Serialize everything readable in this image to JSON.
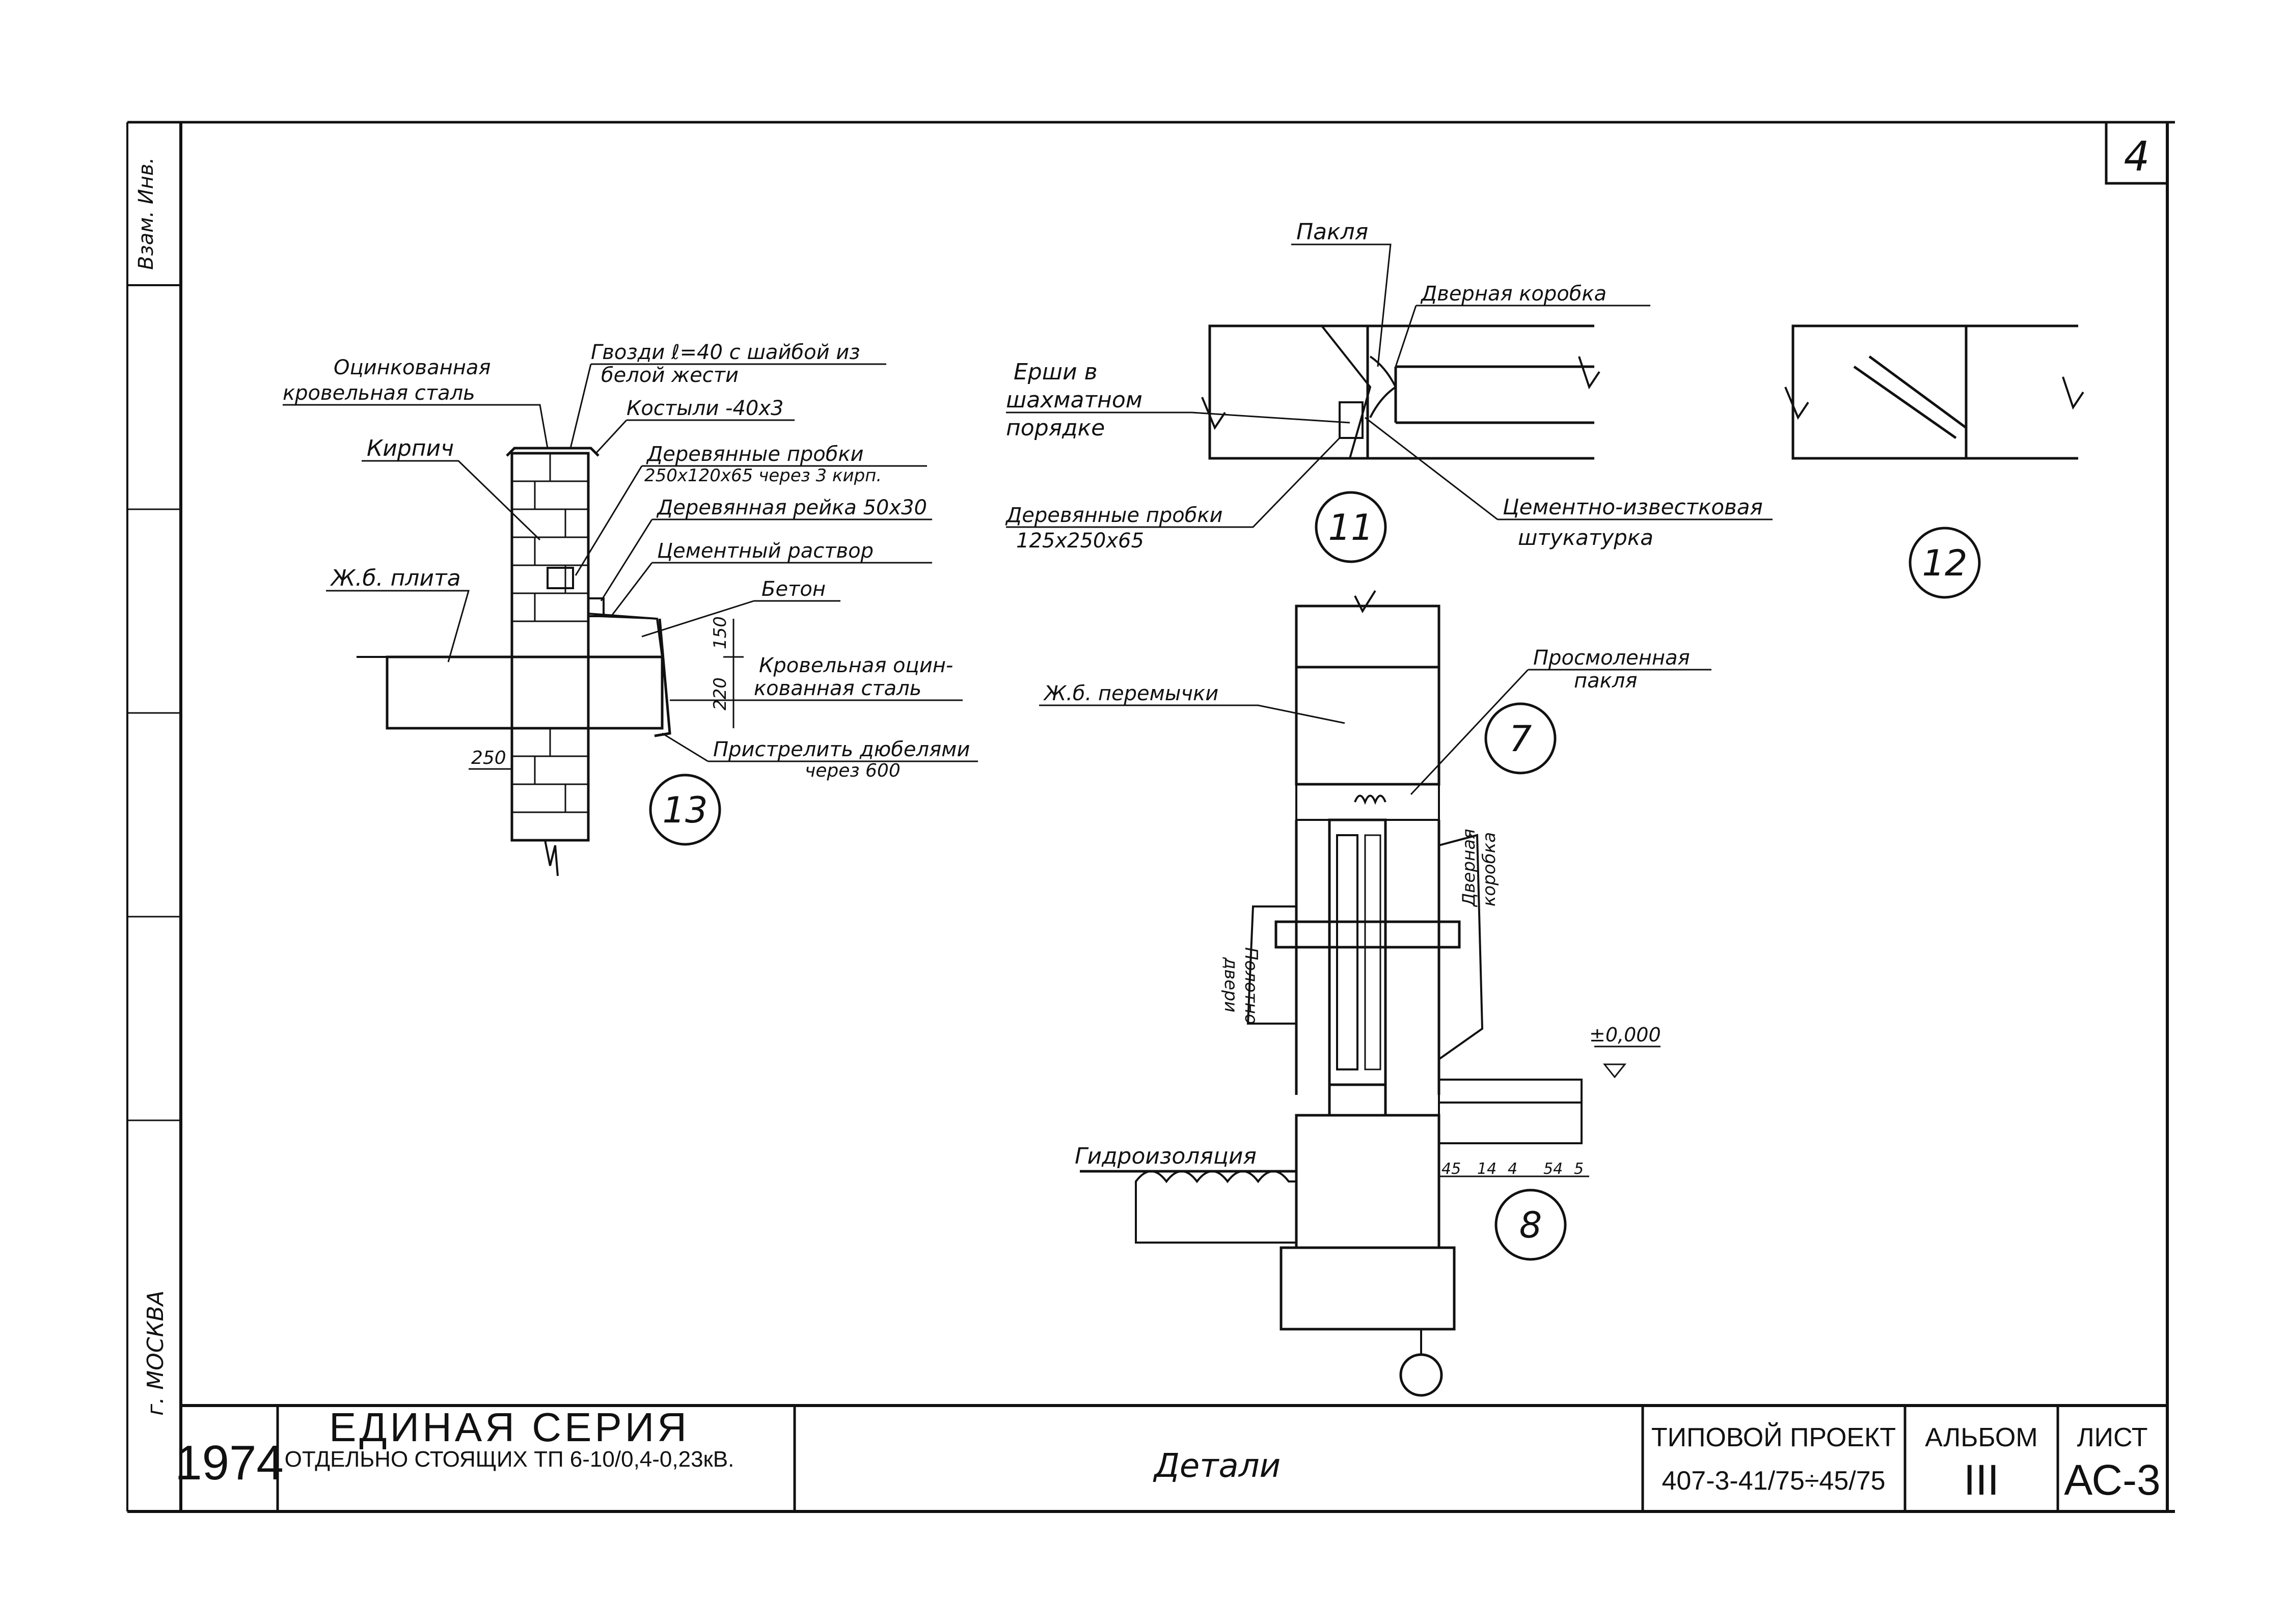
{
  "sheet_number": "4",
  "side_strip": {
    "city": "г. МОСКВА",
    "sign": "Взам. Инв."
  },
  "title_block": {
    "year": "1974",
    "series_title": "ЕДИНАЯ СЕРИЯ",
    "series_subtitle": "ОТДЕЛЬНО СТОЯЩИХ ТП 6-10/0,4-0,23кВ.",
    "drawing_title": "Детали",
    "project_label": "ТИПОВОЙ ПРОЕКТ",
    "project_number": "407-3-41/75÷45/75",
    "album_label": "АЛЬБОМ",
    "album_number": "III",
    "sheet_label": "ЛИСТ",
    "sheet_code": "АС-3"
  },
  "detail_13": {
    "marker": "13",
    "labels": {
      "galv_steel_1": "Оцинкованная",
      "galv_steel_2": "кровельная сталь",
      "nails_1": "Гвозди ℓ=40 с шайбой из",
      "nails_2": "белой жести",
      "crutches": "Костыли -40х3",
      "brick": "Кирпич",
      "wood_plugs_1": "Деревянные пробки",
      "wood_plugs_2": "250х120х65 через 3 кирп.",
      "wood_batten": "Деревянная рейка 50х30",
      "cement_mortar": "Цементный раствор",
      "concrete": "Бетон",
      "rc_slab": "Ж.б. плита",
      "roof_steel_1": "Кровельная оцин-",
      "roof_steel_2": "кованная сталь",
      "dowels_1": "Пристрелить дюбелями",
      "dowels_2": "через 600"
    },
    "dims": {
      "wall": "250",
      "upper": "150",
      "slab": "220"
    }
  },
  "detail_11": {
    "marker": "11",
    "labels": {
      "tow": "Пакля",
      "door_frame": "Дверная коробка",
      "ruffs_1": "Ерши в",
      "ruffs_2": "шахматном",
      "ruffs_3": "порядке",
      "plugs_1": "Деревянные пробки",
      "plugs_2": "125х250х65",
      "plaster_1": "Цементно-известковая",
      "plaster_2": "штукатурка"
    }
  },
  "detail_12": {
    "marker": "12"
  },
  "detail_7": {
    "marker": "7",
    "labels": {
      "lintel": "Ж.б. перемычки",
      "tarred_1": "Просмоленная",
      "tarred_2": "пакля",
      "door_leaf_1": "Полотно",
      "door_leaf_2": "двери",
      "door_box_1": "Дверная",
      "door_box_2": "коробка"
    }
  },
  "detail_8": {
    "marker": "8",
    "labels": {
      "waterproofing": "Гидроизоляция",
      "level": "±0,000"
    },
    "dims": {
      "a": "45",
      "b": "14",
      "c": "4",
      "d": "54",
      "e": "5"
    }
  },
  "detail_9": {
    "marker": ""
  }
}
